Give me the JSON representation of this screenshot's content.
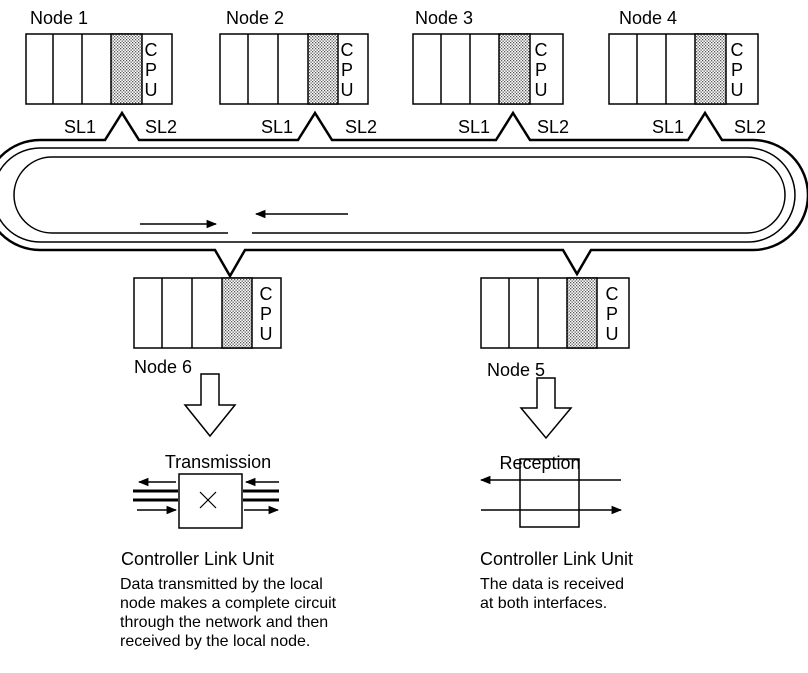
{
  "nodes": {
    "n1": {
      "name": "Node 1",
      "sl1": "SL1",
      "sl2": "SL2",
      "cpu": [
        "C",
        "P",
        "U"
      ]
    },
    "n2": {
      "name": "Node 2",
      "sl1": "SL1",
      "sl2": "SL2",
      "cpu": [
        "C",
        "P",
        "U"
      ]
    },
    "n3": {
      "name": "Node 3",
      "sl1": "SL1",
      "sl2": "SL2",
      "cpu": [
        "C",
        "P",
        "U"
      ]
    },
    "n4": {
      "name": "Node 4",
      "sl1": "SL1",
      "sl2": "SL2",
      "cpu": [
        "C",
        "P",
        "U"
      ]
    },
    "n6": {
      "name": "Node 6",
      "cpu": [
        "C",
        "P",
        "U"
      ]
    },
    "n5": {
      "name": "Node 5",
      "cpu": [
        "C",
        "P",
        "U"
      ]
    }
  },
  "transmission": {
    "title": "Transmission",
    "unit_label": "Controller Link Unit",
    "description": "Data transmitted by the local\nnode makes a complete circuit\nthrough the network and then\nreceived by the local node."
  },
  "reception": {
    "title": "Reception",
    "unit_label": "Controller Link Unit",
    "description": "The data is received\nat both interfaces."
  }
}
